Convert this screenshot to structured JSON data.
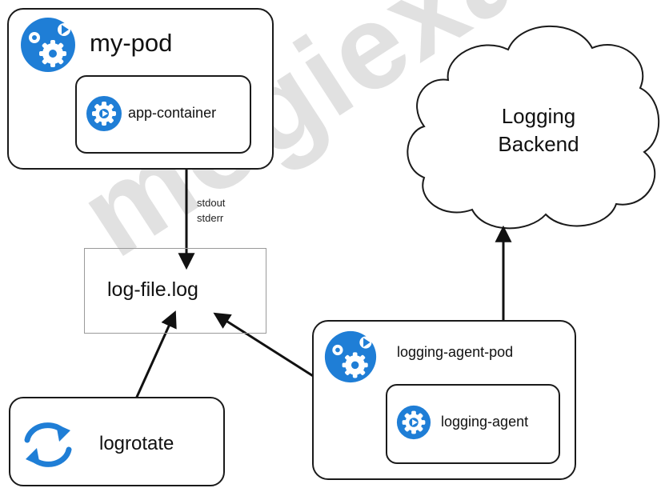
{
  "pod": {
    "title": "my-pod",
    "container_label": "app-container"
  },
  "streams": {
    "line1": "stdout",
    "line2": "stderr"
  },
  "logfile": {
    "label": "log-file.log"
  },
  "logrotate": {
    "label": "logrotate"
  },
  "agent_pod": {
    "title": "logging-agent-pod",
    "agent_label": "logging-agent"
  },
  "backend": {
    "line1": "Logging",
    "line2": "Backend"
  },
  "watermark": "mogiexam",
  "icons": {
    "pod_icon": "pod-gears-play-icon",
    "container_icon": "container-gear-play-icon",
    "rotate_icon": "rotate-arrows-icon"
  },
  "colors": {
    "icon_blue": "#1f7ed6",
    "stroke": "#1a1a1a",
    "watermark": "#c8c8c8"
  }
}
